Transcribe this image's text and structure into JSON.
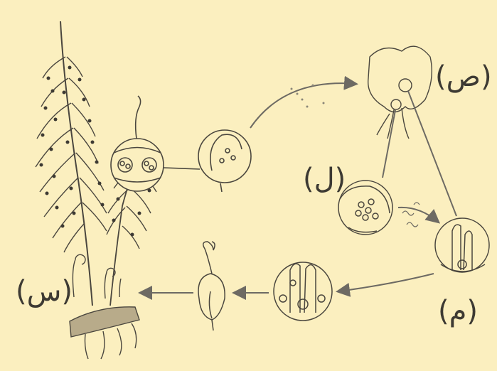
{
  "labels": {
    "sporophyte": "(س)",
    "prothallus": "(ص)",
    "antheridium": "(ل)",
    "archegonium": "(م)"
  },
  "colors": {
    "background": "#fbefbf",
    "ink": "#4a463e",
    "arrow": "#6d6a63"
  }
}
